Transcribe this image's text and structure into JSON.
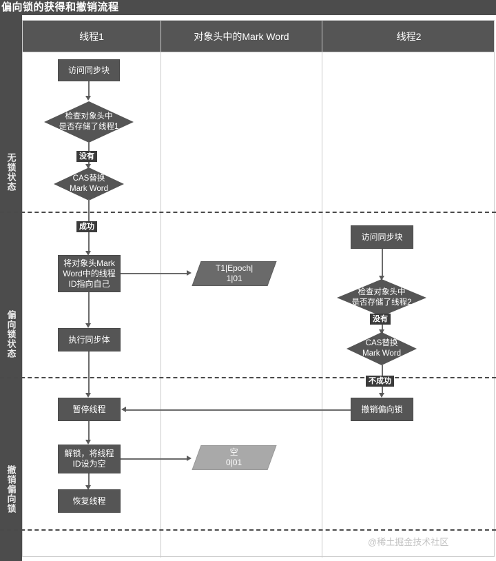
{
  "title": "偏向锁的获得和撤销流程",
  "states": [
    {
      "label": "无锁状态"
    },
    {
      "label": "偏向锁状态"
    },
    {
      "label": "撤销偏向锁"
    }
  ],
  "lanes": [
    {
      "header": "线程1"
    },
    {
      "header": "对象头中的Mark Word"
    },
    {
      "header": "线程2"
    }
  ],
  "nodes": {
    "t1_access": "访问同步块",
    "t1_check": "检查对象头中\n是否存储了线程1",
    "t1_check_line1": "检查对象头中",
    "t1_check_line2": "是否存储了线程1",
    "t1_cas_line1": "CAS替换",
    "t1_cas_line2": "Mark Word",
    "t1_setid_line1": "将对象头Mark",
    "t1_setid_line2": "Word中的线程",
    "t1_setid_line3": "ID指向自己",
    "t1_exec": "执行同步体",
    "t1_pause": "暂停线程",
    "t1_unlock_line1": "解锁，将线程",
    "t1_unlock_line2": "ID设为空",
    "t1_resume": "恢复线程",
    "t2_access": "访问同步块",
    "t2_check_line1": "检查对象头中",
    "t2_check_line2": "是否存储了线程2",
    "t2_cas_line1": "CAS替换",
    "t2_cas_line2": "Mark Word",
    "t2_revoke": "撤销偏向锁",
    "mw_biased_line1": "T1|Epoch|",
    "mw_biased_line2": "1|01",
    "mw_empty_line1": "空",
    "mw_empty_line2": "0|01"
  },
  "edge_labels": {
    "t1_none": "没有",
    "t1_success": "成功",
    "t2_none": "没有",
    "t2_fail": "不成功"
  },
  "watermark": "@稀土掘金技术社区",
  "colors": {
    "title_bar": "#4c4c4c",
    "lane_header": "#555555",
    "node_fill": "#555555",
    "parallelogram_dark": "#6a6a6a",
    "parallelogram_light": "#a9a9a9",
    "connector": "#6b6b6b",
    "divider": "#4a4a4a",
    "background": "#ffffff"
  }
}
